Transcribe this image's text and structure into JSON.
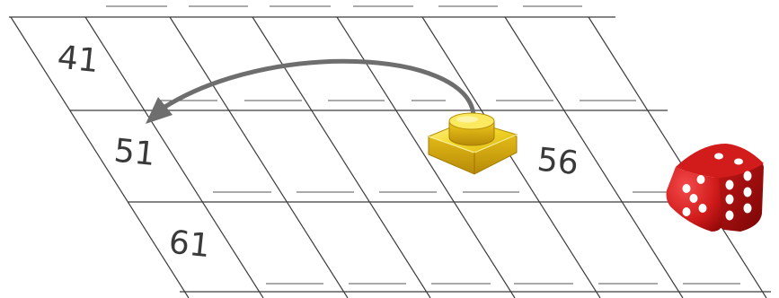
{
  "board": {
    "cells": {
      "row1_first": "41",
      "row2_first": "51",
      "row2_sixth": "56",
      "row3_first": "61"
    }
  },
  "colors": {
    "grid_line": "#3c3c3c",
    "arrow": "#6e6e6e",
    "token": "#f2d21e",
    "die": "#d01a1a",
    "die_pips": "#ffffff"
  },
  "icons": {
    "token": "game-token-icon",
    "arrow": "curved-arrow-icon",
    "die": "die-icon"
  }
}
